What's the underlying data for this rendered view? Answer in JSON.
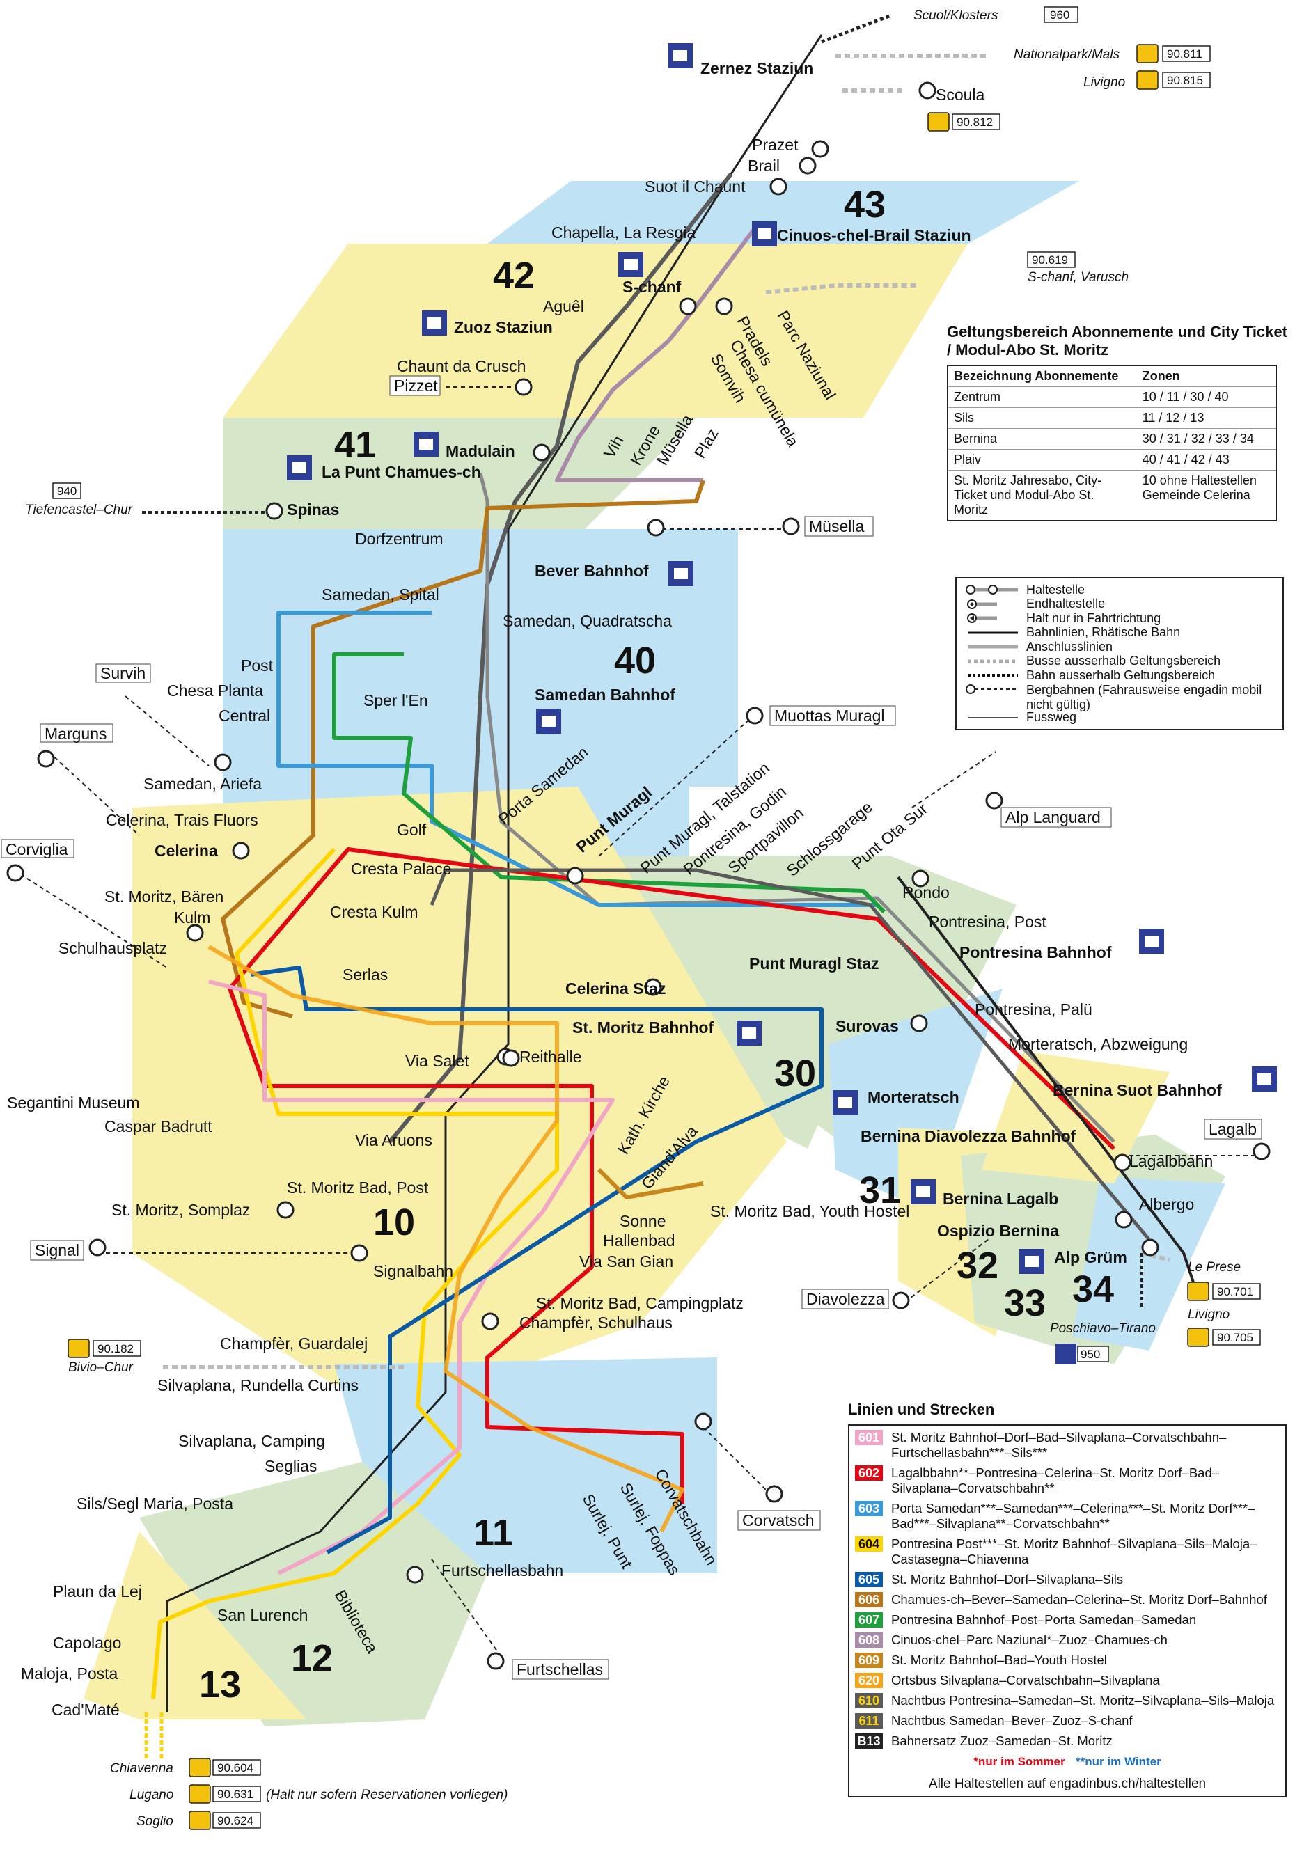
{
  "zones": [
    "43",
    "42",
    "41",
    "40",
    "30",
    "31",
    "32",
    "33",
    "34",
    "10",
    "11",
    "12",
    "13"
  ],
  "stations_bold": [
    "Zernez Staziun",
    "Cinuos-chel-Brail Staziun",
    "S-chanf",
    "Zuoz Staziun",
    "Madulain",
    "La Punt Chamues-ch",
    "Spinas",
    "Bever Bahnhof",
    "Samedan Bahnhof",
    "Celerina",
    "Punt Muragl",
    "Pontresina Bahnhof",
    "Celerina Staz",
    "Punt Muragl Staz",
    "St. Moritz Bahnhof",
    "Surovas",
    "Morteratsch",
    "Bernina Suot Bahnhof",
    "Bernina Diavolezza Bahnhof",
    "Bernina Lagalb",
    "Ospizio Bernina",
    "Alp Grüm"
  ],
  "stations": [
    "Prazet",
    "Brail",
    "Suot il Chaunt",
    "Chapella, La Resgia",
    "Aguêl",
    "Chaunt da Crusch",
    "Pradels",
    "Chesa cumünela",
    "Somvih",
    "Parc Naziunal",
    "Vih",
    "Krone",
    "Müsella",
    "Plaz",
    "Dorfzentrum",
    "Samedan, Spital",
    "Samedan, Quadratscha",
    "Post",
    "Chesa Planta",
    "Central",
    "Sper l'En",
    "Samedan, Ariefa",
    "Celerina, Trais Fluors",
    "Golf",
    "Porta Samedan",
    "St. Moritz, Bären",
    "Kulm",
    "Cresta Palace",
    "Cresta Kulm",
    "Schulhausplatz",
    "Punt Muragl, Talstation",
    "Pontresina, Godin",
    "Sportpavillon",
    "Schlossgarage",
    "Punt Ota Sur",
    "Rondo",
    "Pontresina, Post",
    "Pontresina, Palü",
    "Morteratsch, Abzweigung",
    "Lagalbbahn",
    "Albergo",
    "Serlas",
    "Via Salet",
    "Reithalle",
    "Segantini Museum",
    "Caspar Badrutt",
    "Via Aruons",
    "Kath. Kirche",
    "Giand'Alva",
    "St. Moritz Bad, Post",
    "St. Moritz Bad, Youth Hostel",
    "St. Moritz, Somplaz",
    "Sonne",
    "Hallenbad",
    "Via San Gian",
    "Signalbahn",
    "St. Moritz Bad, Campingplatz",
    "Champfèr, Schulhaus",
    "Champfèr, Guardalej",
    "Silvaplana, Rundella Curtins",
    "Silvaplana, Camping",
    "Seglias",
    "Sils/Segl Maria, Posta",
    "Furtschellasbahn",
    "Biblioteca",
    "San Lurench",
    "Plaun da Lej",
    "Capolago",
    "Maloja, Posta",
    "Cad'Maté",
    "Surlej, Punt",
    "Surlej, Foppas",
    "Corvatschbahn",
    "Scoula",
    "Rondo"
  ],
  "mountain": [
    "Pizzet",
    "Müsella",
    "Survih",
    "Marguns",
    "Corviglia",
    "Muottas Muragl",
    "Alp Languard",
    "Signal",
    "Diavolezza",
    "Lagalb",
    "Corvatsch",
    "Furtschellas"
  ],
  "external": {
    "scuol": "Scuol/Klosters",
    "scuol_num": "960",
    "natpark": "Nationalpark/Mals",
    "natpark_num": "90.811",
    "livigno": "Livigno",
    "livigno_num": "90.815",
    "scoula_num": "90.812",
    "varusch_num": "90.619",
    "varusch": "S-chanf, Varusch",
    "chur": "Tiefencastel–Chur",
    "chur_num": "940",
    "bivio": "Bivio–Chur",
    "bivio_num": "90.182",
    "leprese": "Le Prese",
    "leprese_num": "90.701",
    "livigno2": "Livigno",
    "livigno2_num": "90.705",
    "tirano": "Poschiavo–Tirano",
    "tirano_num": "950",
    "chiavenna": "Chiavenna",
    "chiavenna_num": "90.604",
    "lugano": "Lugano",
    "lugano_num": "90.631",
    "lugano_note": "(Halt nur sofern Reservationen vorliegen)",
    "soglio": "Soglio",
    "soglio_num": "90.624"
  },
  "zones_panel": {
    "title": "Geltungsbereich Abonnemente und City Ticket / Modul-Abo St. Moritz",
    "h1": "Bezeichnung Abonnemente",
    "h2": "Zonen",
    "rows": [
      [
        "Zentrum",
        "10 / 11 / 30 / 40"
      ],
      [
        "Sils",
        "11 / 12 / 13"
      ],
      [
        "Bernina",
        "30 / 31 / 32 / 33 / 34"
      ],
      [
        "Plaiv",
        "40 / 41 / 42 / 43"
      ],
      [
        "St. Moritz Jahresabo, City-Ticket und Modul-Abo St. Moritz",
        "10 ohne Haltestellen Gemeinde Celerina"
      ]
    ]
  },
  "legend": [
    "Haltestelle",
    "Endhaltestelle",
    "Halt nur in Fahrtrichtung",
    "Bahnlinien, Rhätische Bahn",
    "Anschlusslinien",
    "Busse ausserhalb Geltungsbereich",
    "Bahn ausserhalb Geltungsbereich",
    "Bergbahnen (Fahrausweise engadin mobil nicht gültig)",
    "Fussweg"
  ],
  "lines_title": "Linien und Strecken",
  "lines": [
    {
      "id": "601",
      "color": "#f2a6c7",
      "text": "St. Moritz Bahnhof–Dorf–Bad–Silvaplana–Corvatschbahn–Furtschellasbahn***–Sils***"
    },
    {
      "id": "602",
      "color": "#e30613",
      "text": "Lagalbbahn**–Pontresina–Celerina–St. Moritz Dorf–Bad–Silvaplana–Corvatschbahn**"
    },
    {
      "id": "603",
      "color": "#3a9ad9",
      "text": "Porta Samedan***–Samedan***–Celerina***–St. Moritz Dorf***–Bad***–Silvaplana**–Corvatschbahn**"
    },
    {
      "id": "604",
      "color": "#ffd500",
      "text": "Pontresina Post***–St. Moritz Bahnhof–Silvaplana–Sils–Maloja–Castasegna–Chiavenna"
    },
    {
      "id": "605",
      "color": "#0b5aa6",
      "text": "St. Moritz Bahnhof–Dorf–Silvaplana–Sils"
    },
    {
      "id": "606",
      "color": "#b8761b",
      "text": "Chamues-ch–Bever–Samedan–Celerina–St. Moritz Dorf–Bahnhof"
    },
    {
      "id": "607",
      "color": "#1ea03c",
      "text": "Pontresina Bahnhof–Post–Porta Samedan–Samedan"
    },
    {
      "id": "608",
      "color": "#a98aa8",
      "text": "Cinuos-chel–Parc Naziunal*–Zuoz–Chamues-ch"
    },
    {
      "id": "609",
      "color": "#c8861c",
      "text": "St. Moritz Bahnhof–Bad–Youth Hostel"
    },
    {
      "id": "620",
      "color": "#f4a51c",
      "text": "Ortsbus Silvaplana–Corvatschbahn–Silvaplana"
    },
    {
      "id": "610",
      "color": "#5a5a5a",
      "text": "Nachtbus Pontresina–Samedan–St. Moritz–Silvaplana–Sils–Maloja"
    },
    {
      "id": "611",
      "color": "#5a5a5a",
      "text": "Nachtbus Samedan–Bever–Zuoz–S-chanf"
    },
    {
      "id": "B13",
      "color": "#222222",
      "text": "Bahnersatz Zuoz–Samedan–St. Moritz"
    }
  ],
  "note_summer": "*nur im Sommer",
  "note_winter": "**nur im Winter",
  "footer": "Alle Haltestellen auf engadinbus.ch/haltestellen"
}
